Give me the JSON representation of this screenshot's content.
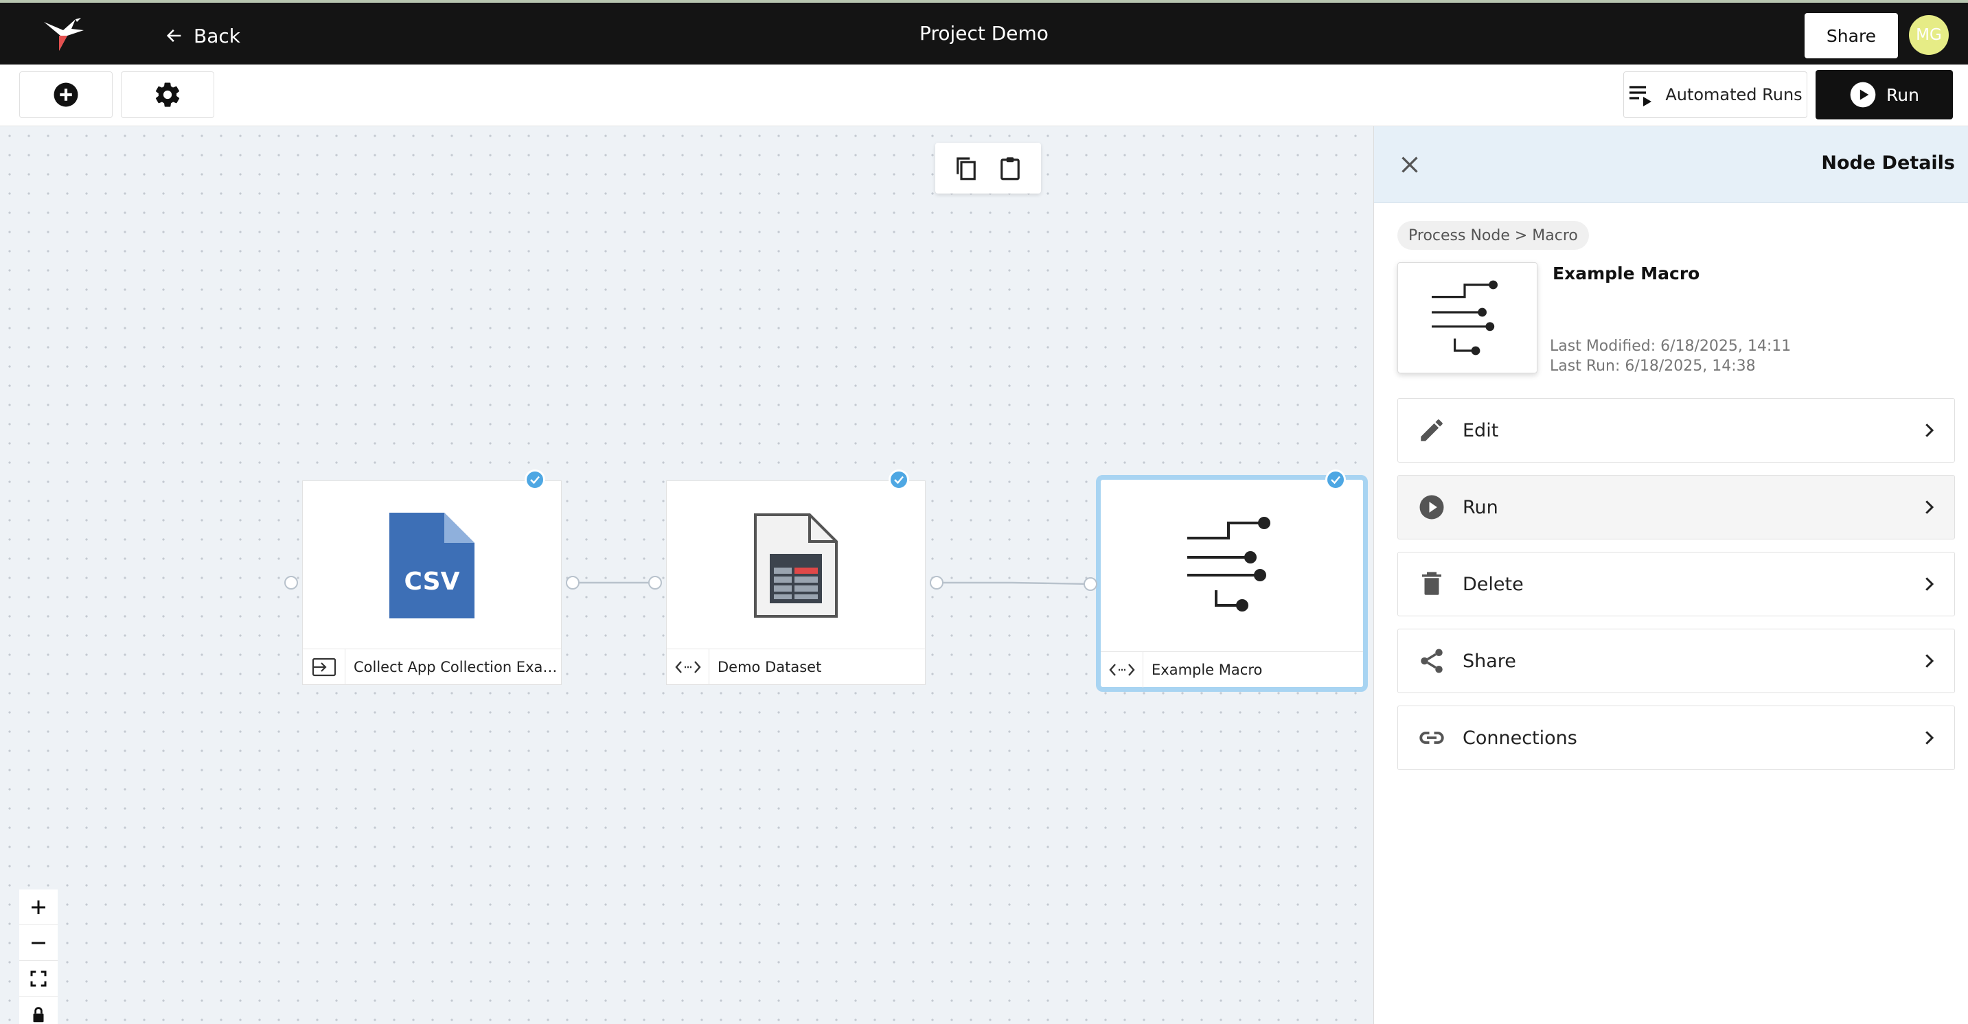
{
  "header": {
    "back_label": "Back",
    "project_title": "Project Demo",
    "share_label": "Share",
    "avatar_initials": "MG",
    "avatar_color": "#e6ec86"
  },
  "toolbar": {
    "add_icon": "plus-circle-icon",
    "settings_icon": "gear-icon",
    "automated_runs_label": "Automated Runs",
    "run_label": "Run"
  },
  "canvas": {
    "clipboard_tools": [
      "copy-icon",
      "paste-icon"
    ],
    "nodes": [
      {
        "label": "Collect App Collection Exam...",
        "badge": "CSV",
        "type_icon": "input-icon",
        "status": "checked"
      },
      {
        "label": "Demo Dataset",
        "type_icon": "code-icon",
        "status": "checked"
      },
      {
        "label": "Example Macro",
        "type_icon": "code-icon",
        "status": "checked",
        "selected": true
      }
    ],
    "zoom_controls": [
      "zoom-in-icon",
      "zoom-out-icon",
      "fit-view-icon",
      "lock-icon"
    ]
  },
  "panel": {
    "title": "Node Details",
    "breadcrumb": "Process Node > Macro",
    "node_name": "Example Macro",
    "last_modified": "Last Modified: 6/18/2025, 14:11",
    "last_run": "Last Run: 6/18/2025, 14:38",
    "actions": [
      {
        "label": "Edit",
        "icon": "pencil-icon"
      },
      {
        "label": "Run",
        "icon": "play-circle-icon"
      },
      {
        "label": "Delete",
        "icon": "trash-icon"
      },
      {
        "label": "Share",
        "icon": "share-icon"
      },
      {
        "label": "Connections",
        "icon": "link-icon"
      }
    ]
  },
  "colors": {
    "accent": "#4ea7e3",
    "selected_border": "#a8d4f2",
    "csv_blue": "#3d6fb6",
    "topbar": "#141414"
  }
}
